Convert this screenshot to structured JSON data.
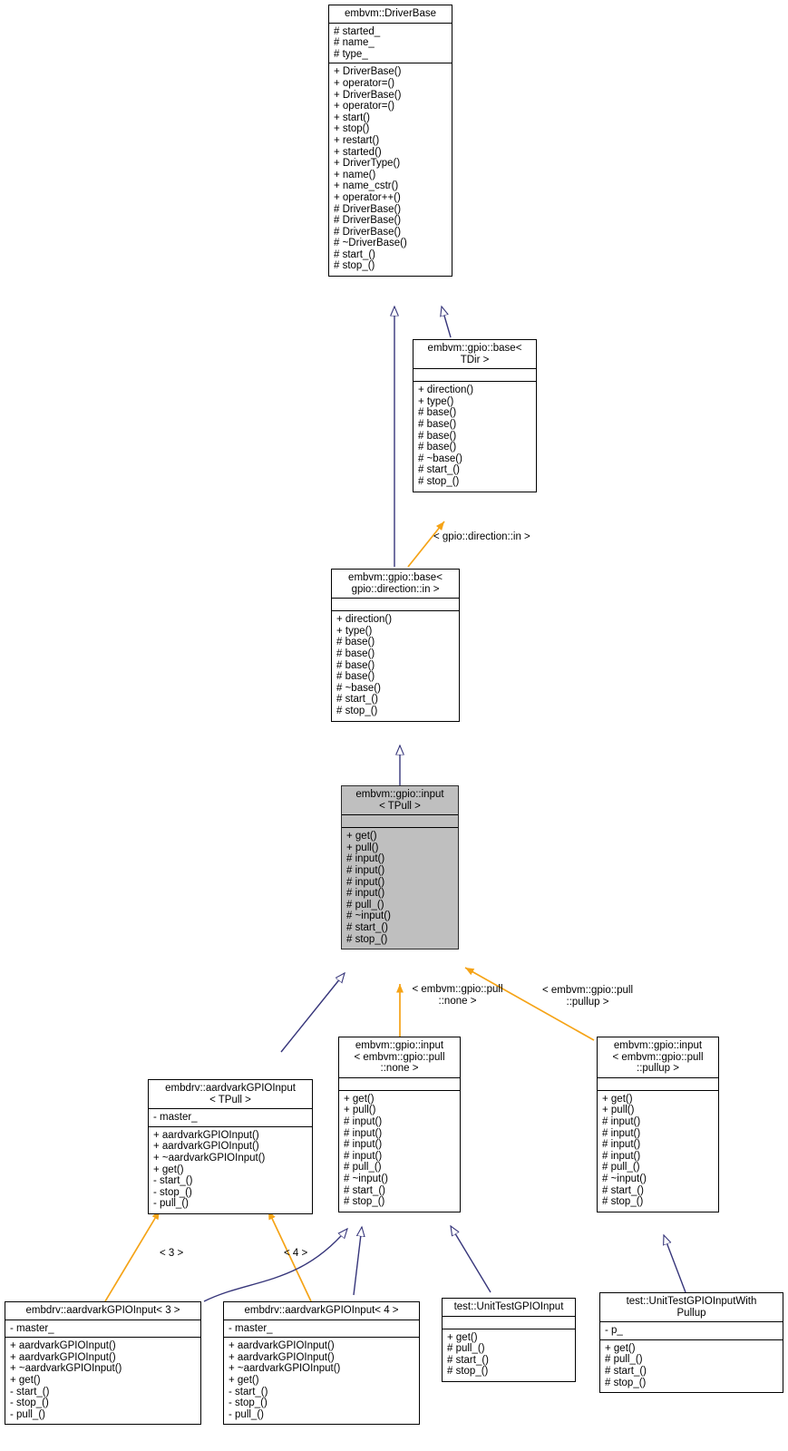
{
  "diagram": {
    "kind": "uml-class-inheritance-diagram",
    "background": "#ffffff",
    "colors": {
      "inherit_edge": "#36357a",
      "template_edge": "#f5a316",
      "highlight_fill": "#bfbfbf",
      "box_border": "#000000",
      "text": "#000000"
    }
  },
  "classes": {
    "driver_base": {
      "title": "embvm::DriverBase",
      "attributes": "# started_\n# name_\n# type_",
      "operations": "+ DriverBase()\n+ operator=()\n+ DriverBase()\n+ operator=()\n+ start()\n+ stop()\n+ restart()\n+ started()\n+ DriverType()\n+ name()\n+ name_cstr()\n+ operator++()\n# DriverBase()\n# DriverBase()\n# DriverBase()\n# ~DriverBase()\n# start_()\n# stop_()"
    },
    "gpio_base_tdir": {
      "title": "embvm::gpio::base<\nTDir >",
      "attributes": "",
      "operations": "+ direction()\n+ type()\n# base()\n# base()\n# base()\n# base()\n# ~base()\n# start_()\n# stop_()"
    },
    "gpio_base_in": {
      "title": "embvm::gpio::base<\ngpio::direction::in >",
      "attributes": "",
      "operations": "+ direction()\n+ type()\n# base()\n# base()\n# base()\n# base()\n# ~base()\n# start_()\n# stop_()"
    },
    "gpio_input_tpull": {
      "title": "embvm::gpio::input\n< TPull >",
      "attributes": "",
      "operations": "+ get()\n+ pull()\n# input()\n# input()\n# input()\n# input()\n# pull_()\n# ~input()\n# start_()\n# stop_()",
      "highlighted": true
    },
    "gpio_input_none": {
      "title": "embvm::gpio::input\n< embvm::gpio::pull\n::none >",
      "attributes": "",
      "operations": "+ get()\n+ pull()\n# input()\n# input()\n# input()\n# input()\n# pull_()\n# ~input()\n# start_()\n# stop_()"
    },
    "gpio_input_pullup": {
      "title": "embvm::gpio::input\n< embvm::gpio::pull\n::pullup >",
      "attributes": "",
      "operations": "+ get()\n+ pull()\n# input()\n# input()\n# input()\n# input()\n# pull_()\n# ~input()\n# start_()\n# stop_()"
    },
    "aardvark_tpull": {
      "title": "embdrv::aardvarkGPIOInput\n< TPull >",
      "attributes": "- master_",
      "operations": "+ aardvarkGPIOInput()\n+ aardvarkGPIOInput()\n+ ~aardvarkGPIOInput()\n+ get()\n- start_()\n- stop_()\n- pull_()"
    },
    "aardvark_3": {
      "title": "embdrv::aardvarkGPIOInput< 3 >",
      "attributes": "- master_",
      "operations": "+ aardvarkGPIOInput()\n+ aardvarkGPIOInput()\n+ ~aardvarkGPIOInput()\n+ get()\n- start_()\n- stop_()\n- pull_()"
    },
    "aardvark_4": {
      "title": "embdrv::aardvarkGPIOInput< 4 >",
      "attributes": "- master_",
      "operations": "+ aardvarkGPIOInput()\n+ aardvarkGPIOInput()\n+ ~aardvarkGPIOInput()\n+ get()\n- start_()\n- stop_()\n- pull_()"
    },
    "unit_test_gpio_input": {
      "title": "test::UnitTestGPIOInput",
      "attributes": "",
      "operations": "+ get()\n# pull_()\n# start_()\n# stop_()"
    },
    "unit_test_gpio_input_pullup": {
      "title": "test::UnitTestGPIOInputWith\nPullup",
      "attributes": "- p_",
      "operations": "+ get()\n# pull_()\n# start_()\n# stop_()"
    }
  },
  "edge_labels": {
    "direction_in": "< gpio::direction::in >",
    "pull_none": "< embvm::gpio::pull\n::none >",
    "pull_pullup": "< embvm::gpio::pull\n::pullup >",
    "template_3": "< 3 >",
    "template_4": "< 4 >"
  }
}
